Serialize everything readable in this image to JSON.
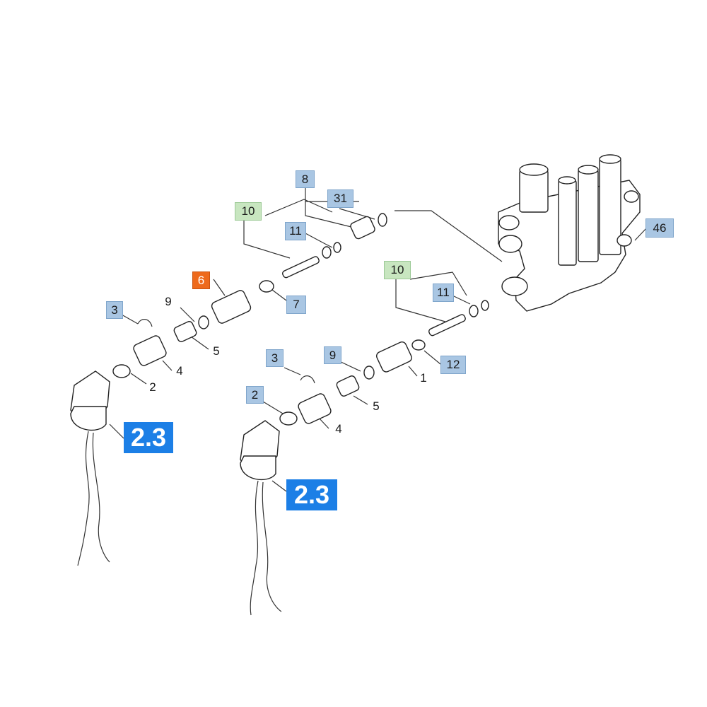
{
  "colors": {
    "accent_blue": "#1c7fe6",
    "label_blue": "#a9c6e3",
    "label_green": "#c8e6c0",
    "label_orange": "#ee6a1c"
  },
  "labels": {
    "p8": "8",
    "p31": "31",
    "p10a": "10",
    "p11a": "11",
    "p6": "6",
    "p7": "7",
    "p9a": "9",
    "p3a": "3",
    "p5a": "5",
    "p4a": "4",
    "p2a": "2",
    "p23a": "2.3",
    "p10b": "10",
    "p11b": "11",
    "p46": "46",
    "p12": "12",
    "p1": "1",
    "p9b": "9",
    "p3b": "3",
    "p2b": "2",
    "p5b": "5",
    "p4b": "4",
    "p23b": "2.3"
  }
}
